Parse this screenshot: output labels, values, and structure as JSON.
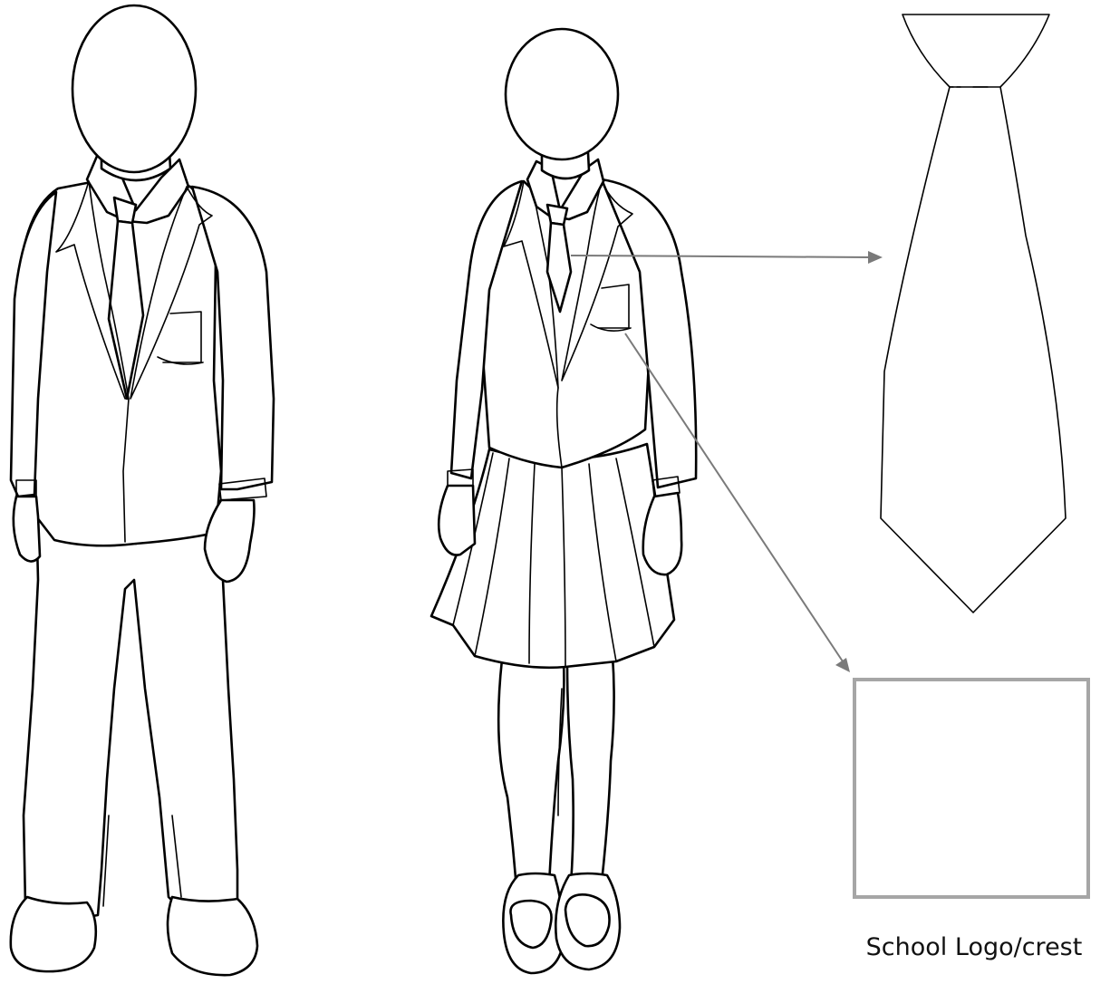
{
  "figures": {
    "boy": "boy-in-blazer-and-trousers",
    "girl": "girl-in-blazer-and-skirt",
    "tie": "school-tie"
  },
  "logo_placeholder": {
    "caption": "School Logo/crest",
    "border_color": "#a6a6a6"
  },
  "arrow_color": "#7a7a7a",
  "line_color": "#000000"
}
